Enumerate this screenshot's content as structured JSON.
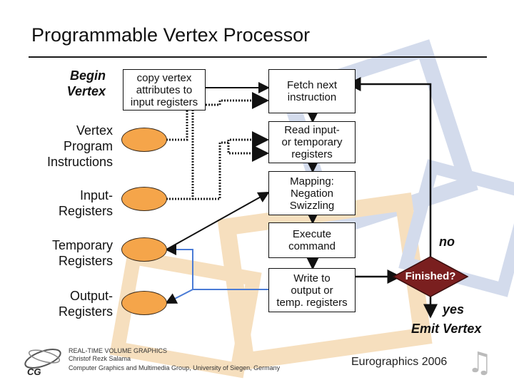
{
  "title": "Programmable Vertex Processor",
  "left_labels": {
    "begin_vertex": "Begin\nVertex",
    "vertex_program": "Vertex\nProgram\nInstructions",
    "input_registers": "Input-\nRegisters",
    "temporary_registers": "Temporary\nRegisters",
    "output_registers": "Output-\nRegisters"
  },
  "boxes": {
    "copy": "copy vertex\nattributes to\ninput registers",
    "fetch": "Fetch next\ninstruction",
    "read": "Read input-\nor temporary\nregisters",
    "mapping": "Mapping:\nNegation\nSwizzling",
    "execute": "Execute\ncommand",
    "write": "Write to\noutput or\ntemp. registers"
  },
  "decision": {
    "label": "Finished?",
    "no": "no",
    "yes": "yes",
    "end": "Emit Vertex"
  },
  "footer": {
    "line1": "REAL-TIME VOLUME GRAPHICS\nChristof Rezk Salama",
    "line2": "Computer Graphics and Multimedia Group, University of Siegen, Germany",
    "conference": "Eurographics 2006",
    "logo_text": "CG",
    "note_icon": "music-note-icon"
  },
  "colors": {
    "oval_fill": "#f5a54a",
    "diamond_fill": "#7a1f1f",
    "watermark_orange": "#f6dcb8",
    "watermark_blue": "#cfd8ea"
  }
}
